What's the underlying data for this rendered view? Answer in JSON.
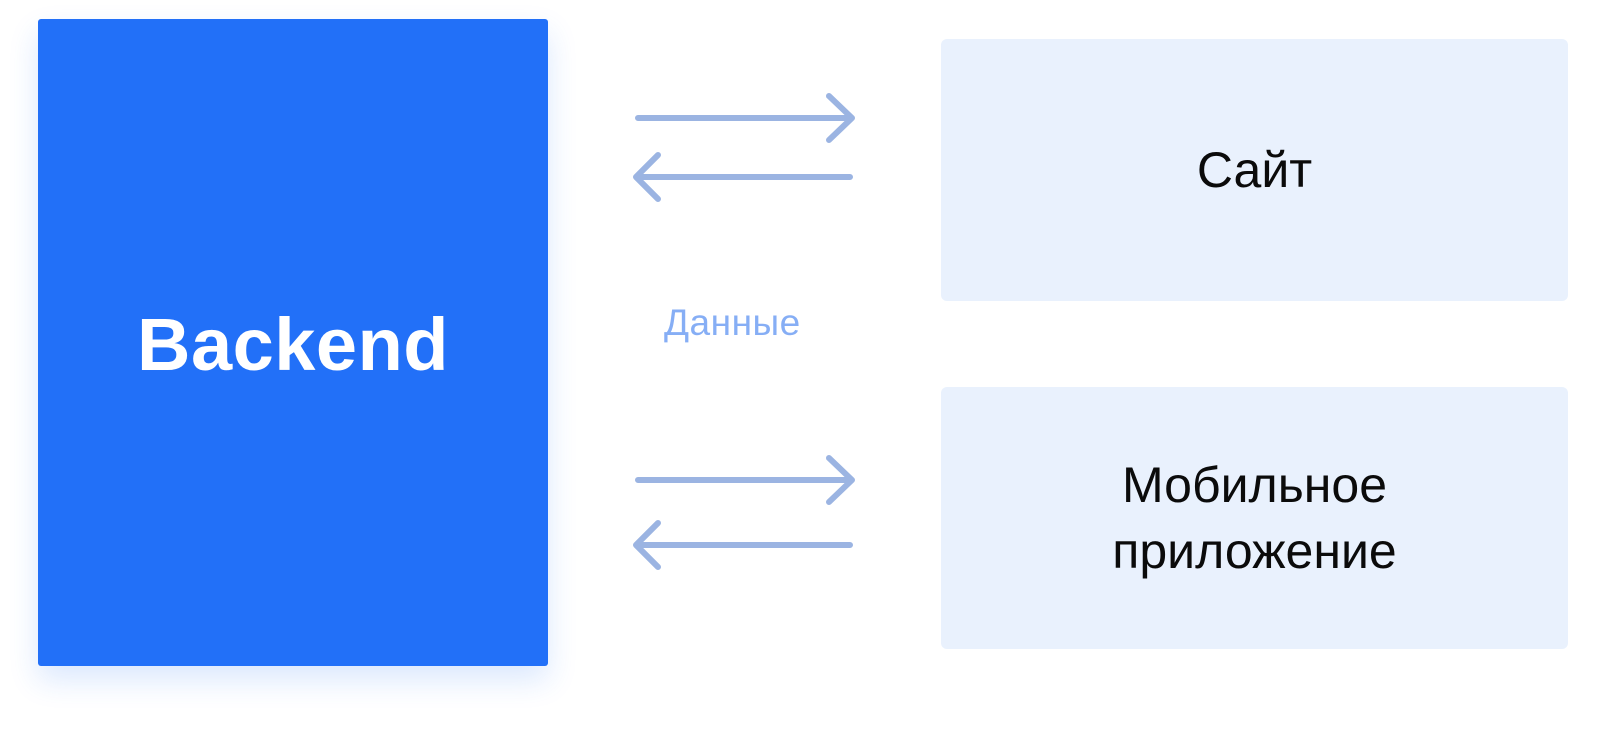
{
  "diagram": {
    "backend": {
      "label": "Backend"
    },
    "connection": {
      "label": "Данные"
    },
    "clients": {
      "site": {
        "label": "Сайт"
      },
      "mobile": {
        "line1": "Мобильное",
        "line2": "приложение"
      }
    }
  },
  "colors": {
    "backend_fill": "#2270f8",
    "client_fill": "#e9f1fd",
    "arrow": "#9bb4e2",
    "connection_label": "#86aef5"
  }
}
